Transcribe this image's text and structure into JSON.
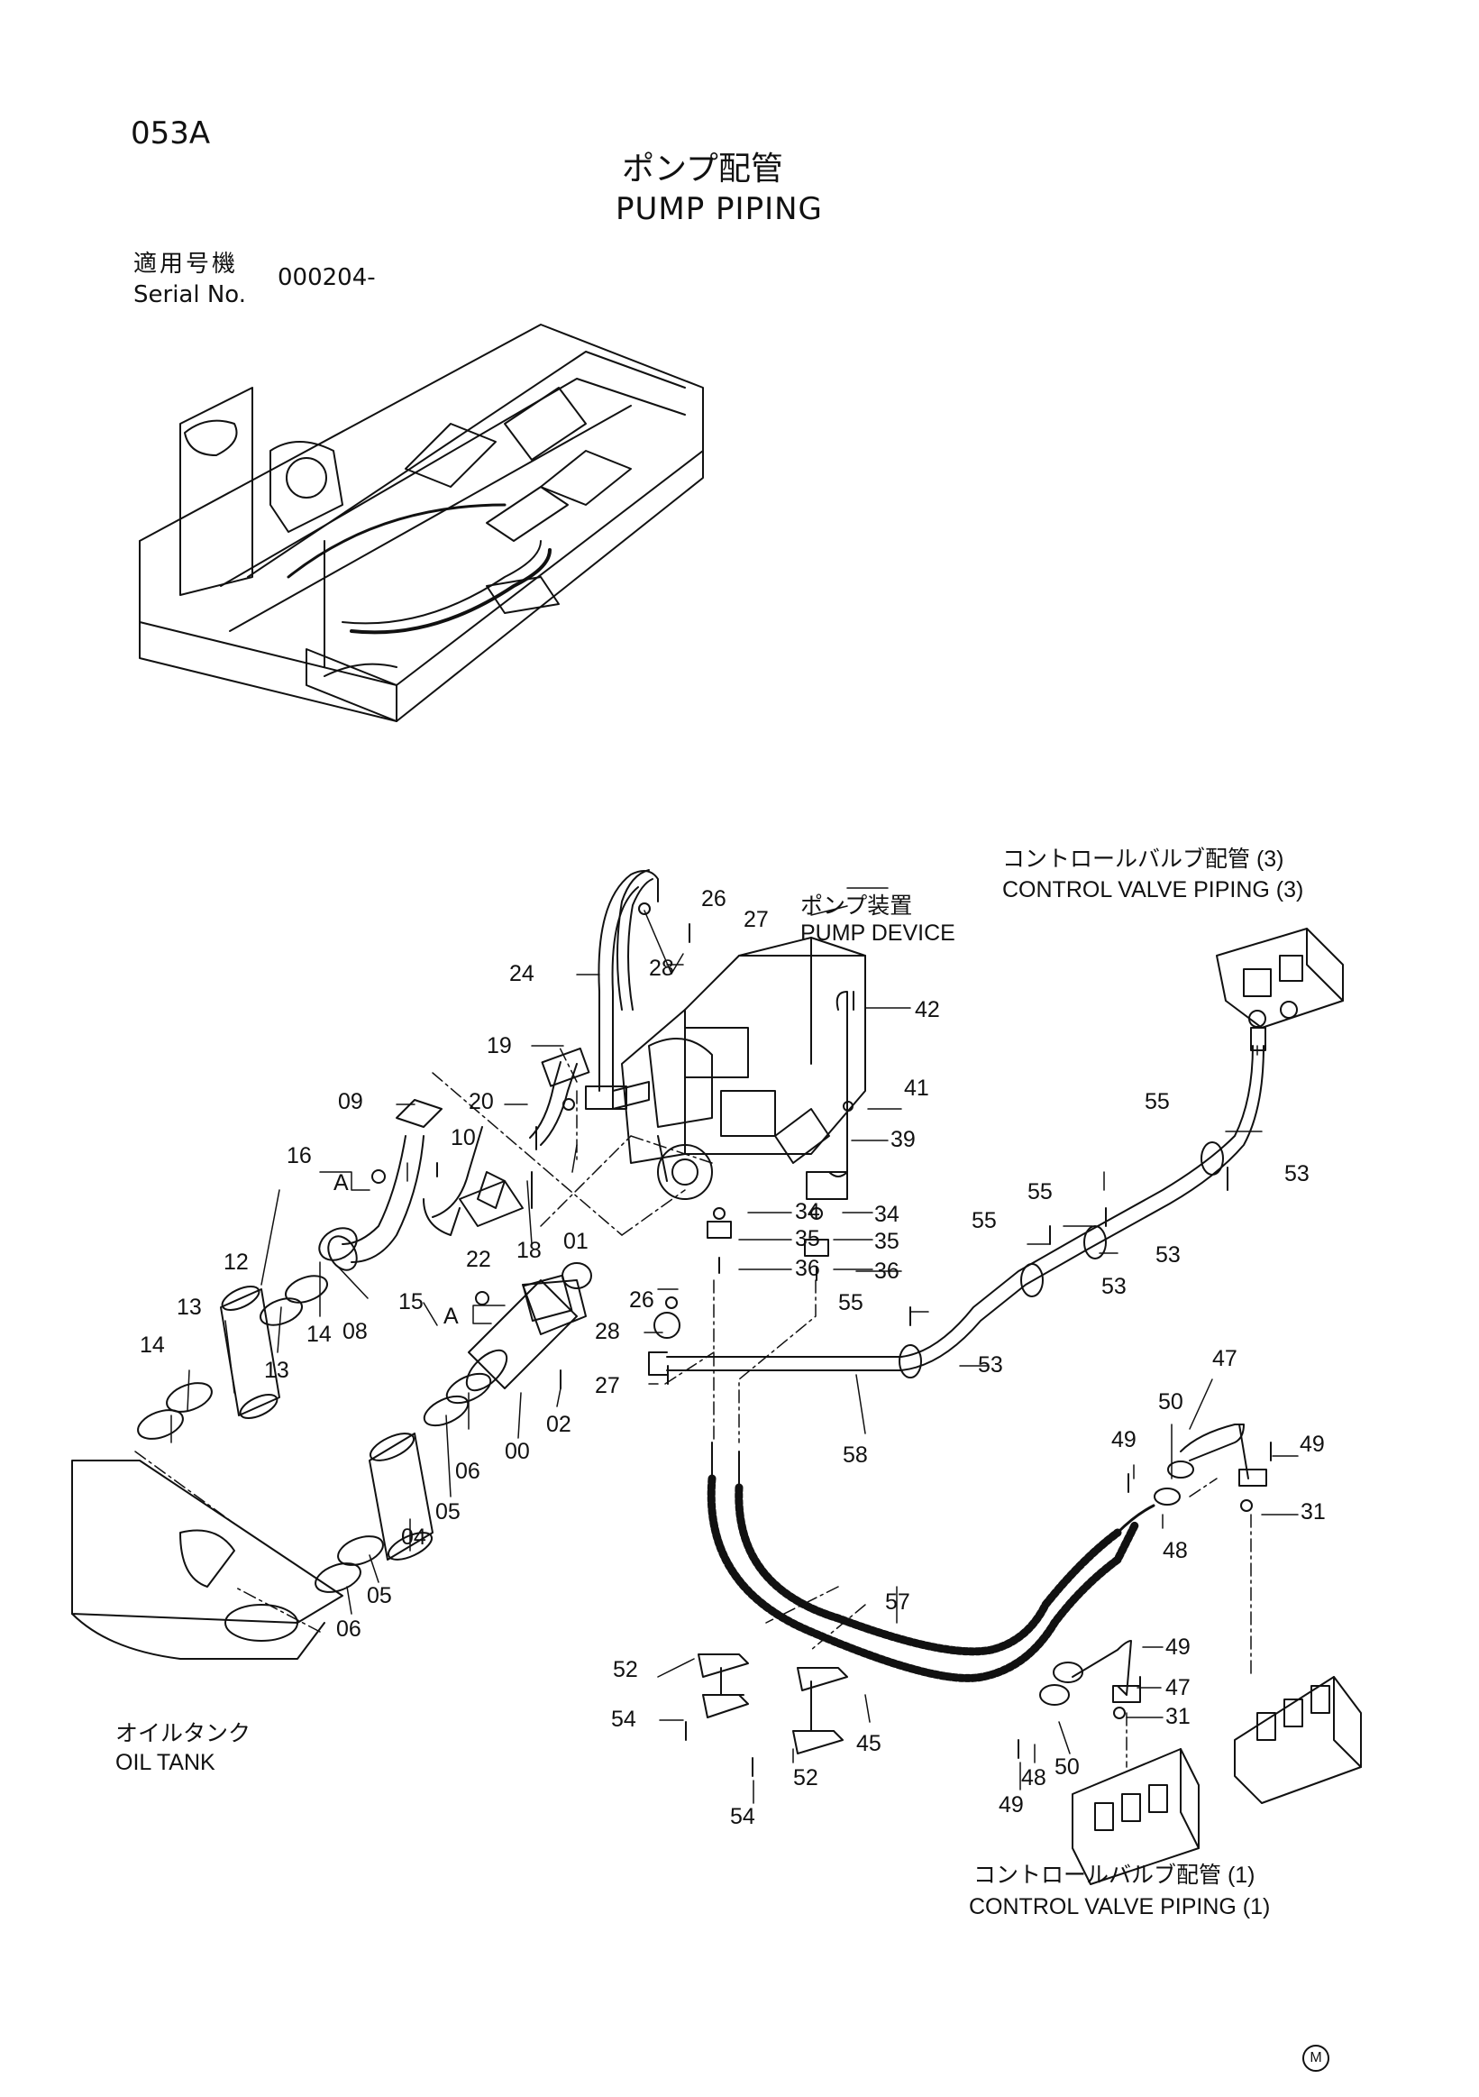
{
  "header": {
    "page_code": "053A",
    "title_jp": "ポンプ配管",
    "title_en": "PUMP PIPING",
    "serial_label_jp": "適用号機",
    "serial_label_en": "Serial No.",
    "serial_value": "000204-"
  },
  "captions": {
    "cvp3_jp": "コントロールバルブ配管 (3)",
    "cvp3_en": "CONTROL VALVE PIPING (3)",
    "pump_jp": "ポンプ装置",
    "pump_en": "PUMP DEVICE",
    "oil_jp": "オイルタンク",
    "oil_en": "OIL TANK",
    "cvp1_jp": "コントロールバルブ配管 (1)",
    "cvp1_en": "CONTROL VALVE PIPING (1)"
  },
  "detail_marker": "A",
  "footer_mark": "M",
  "callouts": {
    "n26a": "26",
    "n27a": "27",
    "n28a": "28",
    "n24": "24",
    "n42": "42",
    "n19": "19",
    "n09": "09",
    "n20": "20",
    "n41": "41",
    "n39": "39",
    "n16": "16",
    "n10": "10",
    "n34a": "34",
    "n35a": "35",
    "n36a": "36",
    "n34b": "34",
    "n35b": "35",
    "n36b": "36",
    "n22": "22",
    "n18": "18",
    "n01": "01",
    "n12": "12",
    "n13a": "13",
    "n14a": "14",
    "n08": "08",
    "n14b": "14",
    "n13b": "13",
    "n15": "15",
    "n26b": "26",
    "n28b": "28",
    "n27b": "27",
    "n00": "00",
    "n02": "02",
    "n06a": "06",
    "n05a": "05",
    "n04": "04",
    "n05b": "05",
    "n06b": "06",
    "n55a": "55",
    "n53a": "53",
    "n55b": "55",
    "n55c": "55",
    "n53b": "53",
    "n53c": "53",
    "n55d": "55",
    "n53d": "53",
    "n58": "58",
    "n47a": "47",
    "n50a": "50",
    "n49a": "49",
    "n49b": "49",
    "n31a": "31",
    "n48a": "48",
    "n57": "57",
    "n52a": "52",
    "n54a": "54",
    "n45": "45",
    "n52b": "52",
    "n54b": "54",
    "n49c": "49",
    "n47b": "47",
    "n31b": "31",
    "n50b": "50",
    "n48b": "48",
    "n49d": "49"
  }
}
